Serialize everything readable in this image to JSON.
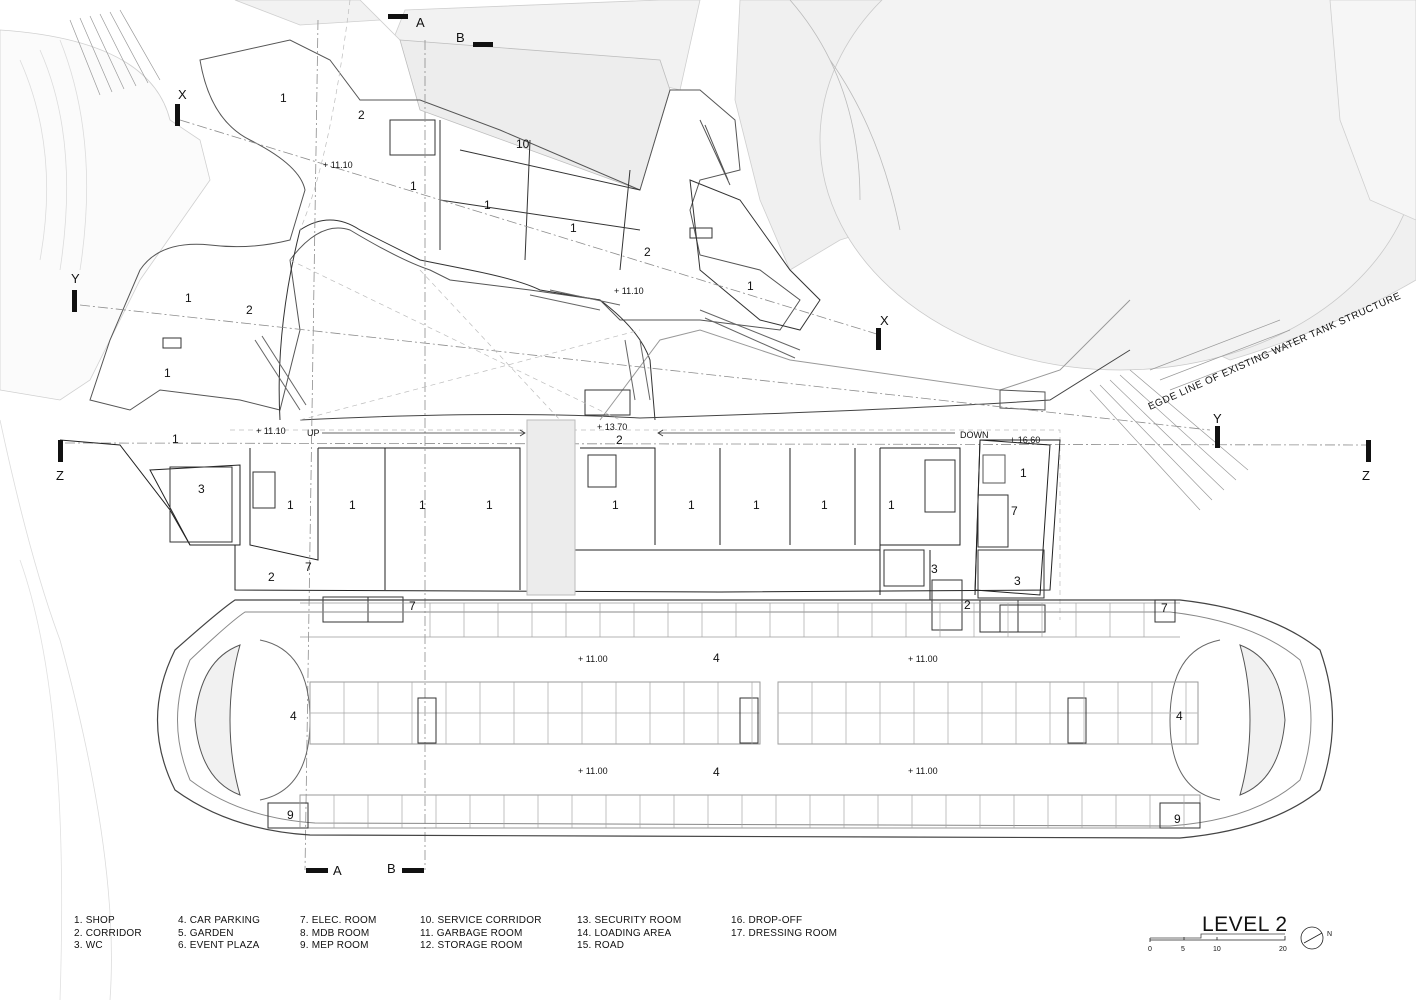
{
  "title": "LEVEL 2",
  "legend": [
    [
      "1. SHOP",
      "2. CORRIDOR",
      "3. WC"
    ],
    [
      "4. CAR PARKING",
      "5. GARDEN",
      "6. EVENT PLAZA"
    ],
    [
      "7. ELEC. ROOM",
      "8. MDB ROOM",
      "9. MEP ROOM"
    ],
    [
      "10. SERVICE CORRIDOR",
      "11. GARBAGE ROOM",
      "12. STORAGE ROOM"
    ],
    [
      "13. SECURITY ROOM",
      "14. LOADING AREA",
      "15. ROAD"
    ],
    [
      "16. DROP-OFF",
      "17. DRESSING ROOM"
    ]
  ],
  "scale": [
    "0",
    "5",
    "10",
    "20"
  ],
  "north": "N",
  "sections": {
    "a": "A",
    "b": "B",
    "x": "X",
    "y": "Y",
    "z": "Z"
  },
  "elevations": {
    "e1110": "+ 11.10",
    "e1370": "+ 13.70",
    "e1660": "+ 16.60",
    "e1100": "+ 11.00"
  },
  "ramps": {
    "up": "UP",
    "down": "DOWN"
  },
  "annotation": "EGDE LINE OF EXISTING WATER TANK STRUCTURE",
  "room_numbers": {
    "shop": "1",
    "corridor": "2",
    "wc": "3",
    "parking": "4",
    "elec": "7",
    "mep": "9",
    "service": "10"
  }
}
